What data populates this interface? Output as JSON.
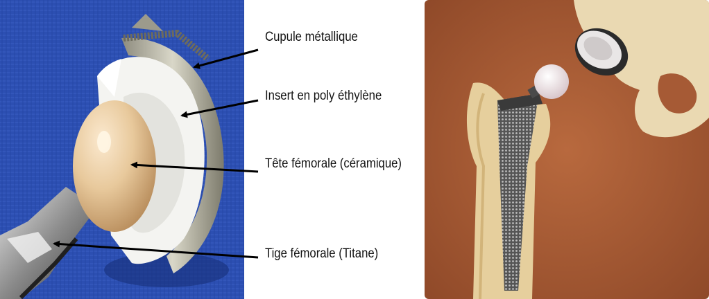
{
  "labels": {
    "cup": "Cupule métallique",
    "insert": "Insert en poly éthylène",
    "head": "Tête fémorale (céramique)",
    "stem": "Tige fémorale (Titane)"
  },
  "colors": {
    "drape_blue": "#2d4fb0",
    "ceramic_head": "#e7c9a0",
    "polyethylene": "#f4f4f2",
    "metal_cup": "#b9b7a9",
    "bone": "#e9d9b0",
    "background_brown": "#a65a35"
  }
}
